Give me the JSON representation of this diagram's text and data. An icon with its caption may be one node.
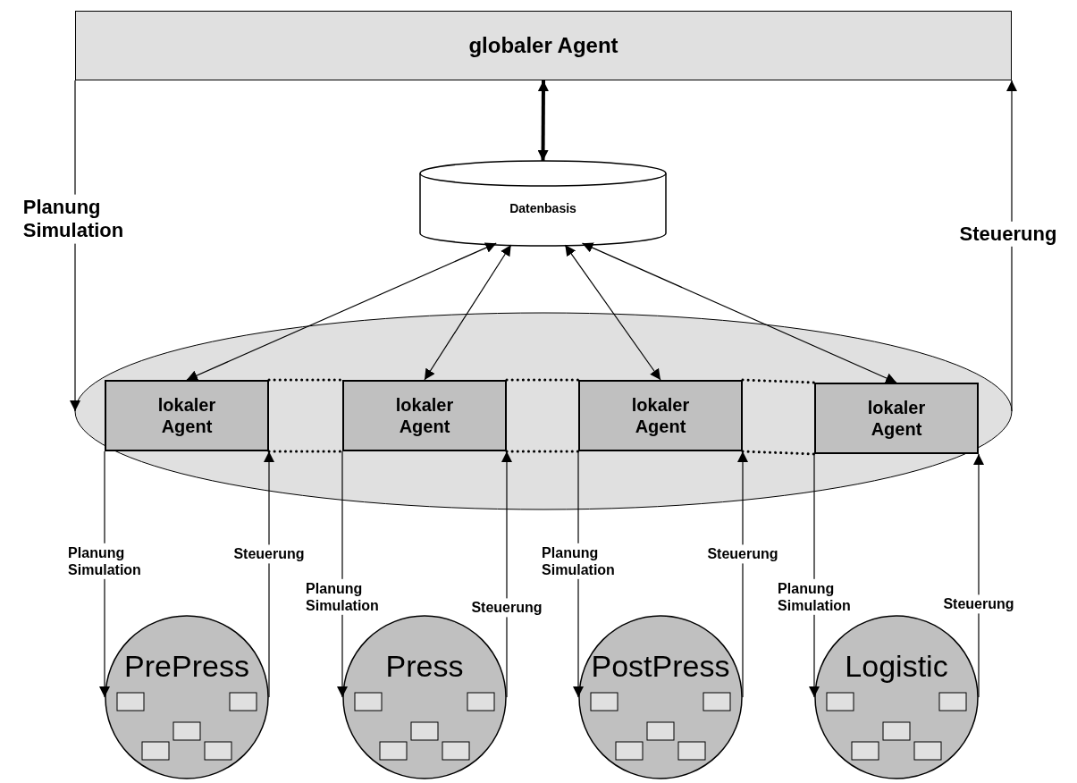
{
  "diagram": {
    "nodes": [
      {
        "text": [
          "globaler Agent"
        ]
      },
      {
        "text": [
          "Datenbasis"
        ]
      },
      {
        "text": [],
        "shape": "ellipse"
      },
      {
        "text": [
          "lokaler Agent"
        ],
        "in": 2
      },
      {
        "text": [
          "lokaler Agent"
        ],
        "in": 2
      },
      {
        "text": [
          "lokaler Agent"
        ],
        "in": 2
      },
      {
        "text": [
          "lokaler Agent"
        ],
        "in": 2
      },
      {
        "text": [
          "PrePress"
        ]
      },
      {
        "text": [
          "Press"
        ]
      },
      {
        "text": [
          "PostPress"
        ]
      },
      {
        "text": [
          "Logistic"
        ]
      }
    ],
    "edges": [
      {
        "from": 0,
        "to": 1,
        "arrow": "both",
        "style": "thick"
      },
      {
        "from": 1,
        "to": 3,
        "arrow": "both"
      },
      {
        "from": 1,
        "to": 4,
        "arrow": "both"
      },
      {
        "from": 1,
        "to": 5,
        "arrow": "both"
      },
      {
        "from": 1,
        "to": 6,
        "arrow": "both"
      },
      {
        "from": 0,
        "to": 2,
        "arrow": "to",
        "label": "Planung Simulation"
      },
      {
        "from": 2,
        "to": 0,
        "arrow": "to",
        "label": "Steuerung"
      },
      {
        "from": 3,
        "to": 4,
        "arrow": "none",
        "style": "dashed"
      },
      {
        "from": 3,
        "to": 4,
        "arrow": "none",
        "style": "dashed"
      },
      {
        "from": 4,
        "to": 5,
        "arrow": "none",
        "style": "dashed"
      },
      {
        "from": 4,
        "to": 5,
        "arrow": "none",
        "style": "dashed"
      },
      {
        "from": 5,
        "to": 6,
        "arrow": "none",
        "style": "dashed"
      },
      {
        "from": 5,
        "to": 6,
        "arrow": "none",
        "style": "dashed"
      },
      {
        "from": 3,
        "to": 7,
        "arrow": "to",
        "label": "Planung Simulation"
      },
      {
        "from": 7,
        "to": 3,
        "arrow": "to",
        "label": "Steuerung"
      },
      {
        "from": 4,
        "to": 8,
        "arrow": "to",
        "label": "Planung Simulation"
      },
      {
        "from": 8,
        "to": 4,
        "arrow": "to",
        "label": "Steuerung"
      },
      {
        "from": 5,
        "to": 9,
        "arrow": "to",
        "label": "Planung Simulation"
      },
      {
        "from": 9,
        "to": 5,
        "arrow": "to",
        "label": "Steuerung"
      },
      {
        "from": 6,
        "to": 10,
        "arrow": "to",
        "label": "Planung Simulation"
      },
      {
        "from": 10,
        "to": 6,
        "arrow": "to",
        "label": "Steuerung"
      }
    ]
  }
}
